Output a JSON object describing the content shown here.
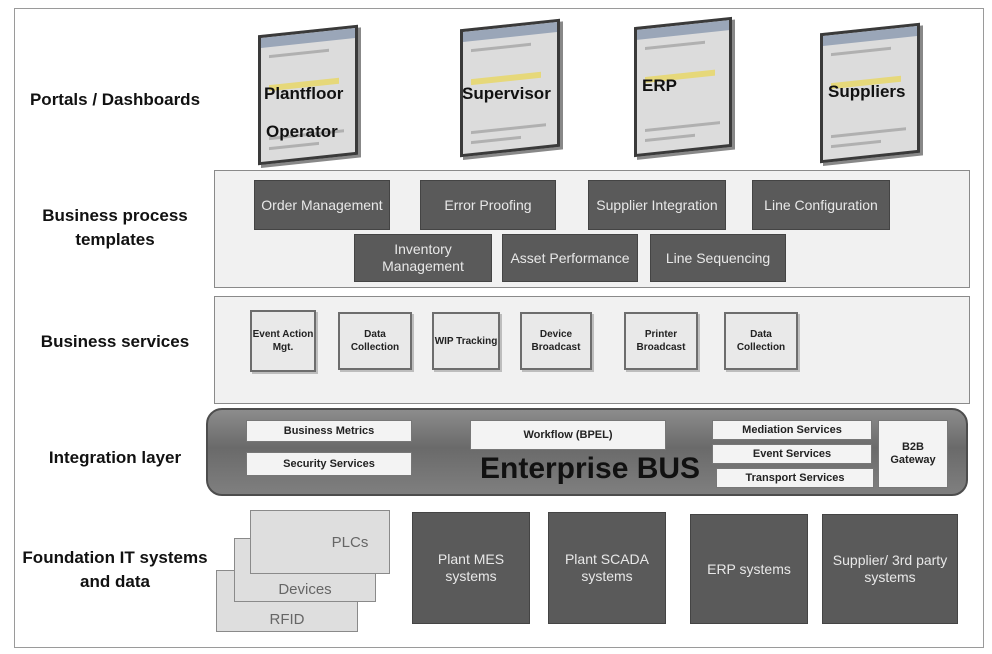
{
  "layers": {
    "portals": "Portals / Dashboards",
    "process": "Business process templates",
    "services": "Business services",
    "integration": "Integration layer",
    "foundation": "Foundation IT systems and data"
  },
  "portals": [
    {
      "label": "Plantfloor",
      "sublabel": "Operator"
    },
    {
      "label": "Supervisor"
    },
    {
      "label": "ERP"
    },
    {
      "label": "Suppliers"
    }
  ],
  "process_templates": [
    "Order Management",
    "Error Proofing",
    "Supplier Integration",
    "Line Configuration",
    "Inventory Management",
    "Asset Performance",
    "Line Sequencing"
  ],
  "business_services": [
    "Event Action Mgt.",
    "Data Collection",
    "WIP Tracking",
    "Device Broadcast",
    "Printer Broadcast",
    "Data Collection"
  ],
  "integration": {
    "bus_title": "Enterprise BUS",
    "business_metrics": "Business Metrics",
    "security_services": "Security Services",
    "workflow": "Workflow (BPEL)",
    "mediation_services": "Mediation Services",
    "event_services": "Event Services",
    "transport_services": "Transport Services",
    "b2b_gateway": "B2B Gateway"
  },
  "foundation": {
    "stack": [
      "PLCs",
      "Devices",
      "RFID"
    ],
    "systems": [
      "Plant MES systems",
      "Plant SCADA systems",
      "ERP systems",
      "Supplier/ 3rd party systems"
    ]
  }
}
